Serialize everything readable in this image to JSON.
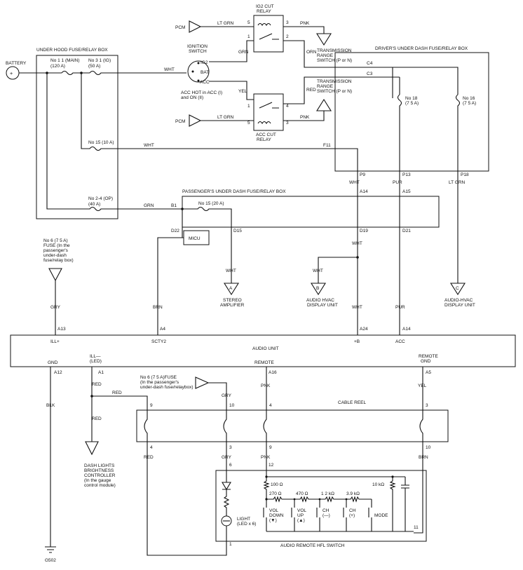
{
  "battery": "BATTERY",
  "boxes": {
    "under_hood": "UNDER HOOD FUSE/RELAY BOX",
    "drivers": "DRIVER'S UNDER DASH FUSE/RELAY BOX",
    "passengers": "PASSENGER'S UNDER DASH FUSE/RELAY BOX",
    "audio_unit": "AUDIO UNIT",
    "cable_reel": "CABLE REEL",
    "hfl_switch": "AUDIO REMOTE HFL SWITCH",
    "micu": "MICU"
  },
  "fuses": {
    "f11": "No 1 1 (MAIN)",
    "f11_a": "(120 A)",
    "f31": "No 3 1 (IG)",
    "f31_a": "(50 A)",
    "f15": "No 15 (10 A)",
    "f24": "No 2-4 (OP)",
    "f24_a": "(40 A)",
    "f18": "No 18",
    "f18_a": "(7 5 A)",
    "f16": "No 16",
    "f16_a": "(7 5 A)",
    "f15p": "No 15 (20 A)",
    "f6_l1": "No 6 (7 5 A)",
    "f6_l2": "FUSE (In the",
    "f6_l3": "passenger's",
    "f6_l4": "under-dash",
    "f6_l5": "fuse/relay box)",
    "f6b_l1": "No 6 (7 5 A)FUSE",
    "f6b_l2": "(In the passenger's",
    "f6b_l3": "under-dash fuse/relaybox)"
  },
  "ignition": {
    "title_1": "IGNITION",
    "title_2": "SWITCH",
    "ig2": "IG2",
    "bat": "BAT",
    "acc": "ACC",
    "note_1": "ACC HOT in ACC (I)",
    "note_2": "and ON (II)"
  },
  "relays": {
    "ig2_1": "IG2 CUT",
    "ig2_2": "RELAY",
    "acc_1": "ACC CUT",
    "acc_2": "RELAY"
  },
  "trs": {
    "t1_1": "TRANSMISSION",
    "t1_2": "RANGE",
    "t1_3": "SWITCH (P or N)",
    "t2_1": "TRANSMISSION",
    "t2_2": "RANGE",
    "t2_3": "SWITCH (P or N)"
  },
  "pcm": "PCM",
  "colors": {
    "wht": "WHT",
    "lt_grn": "LT GRN",
    "pnk": "PNK",
    "grn": "GRN",
    "orn": "ORN",
    "yel": "YEL",
    "red": "RED",
    "pur": "PUR",
    "brn": "BRN",
    "gry": "GRY",
    "blk": "BLK"
  },
  "pins": {
    "c4": "C4",
    "c3": "C3",
    "f11": "F11",
    "p9": "P9",
    "p13": "P13",
    "p18": "P18",
    "a14_top": "A14",
    "a15": "A15",
    "b1": "B1",
    "d22": "D22",
    "d15": "D15",
    "d19": "D19",
    "d21": "D21",
    "a13": "A13",
    "a4": "A4",
    "a24": "A24",
    "a14": "A14",
    "a12": "A12",
    "a1": "A1",
    "a16": "A16",
    "a5": "A5",
    "n1": "1",
    "n2": "2",
    "n3": "3",
    "n4": "4",
    "n5": "5",
    "n6": "6",
    "n9": "9",
    "n10": "10",
    "n11": "11",
    "n12": "12"
  },
  "audio_pins": {
    "ill_plus": "ILL+",
    "sct": "SCTY2",
    "plus_b": "+B",
    "acc": "ACC",
    "gnd": "GND",
    "ill_minus_1": "ILL—",
    "ill_minus_2": "(LED)",
    "remote": "REMOTE",
    "remote_gnd_1": "REMOTE",
    "remote_gnd_2": "GND"
  },
  "connectors": {
    "a": "A",
    "b": "B",
    "c": "C",
    "stereo_1": "STEREO",
    "stereo_2": "AMPLIFIER",
    "ahvac_1": "AUDIO HVAC",
    "ahvac_2": "DISPLAY UNIT",
    "ahvac2_1": "AUDIO-HVAC",
    "ahvac2_2": "DISPLAY UNIT"
  },
  "dash": {
    "l1": "DASH LIGHTS",
    "l2": "BRIGHTNESS",
    "l3": "CONTROLLER",
    "l4": "(In the gauge",
    "l5": "control module)"
  },
  "switch": {
    "r100": "100 Ω",
    "r270": "270 Ω",
    "r470": "470 Ω",
    "r12k": "1 2 kΩ",
    "r39k": "3.9 kΩ",
    "r10k": "10 kΩ",
    "vol_down_1": "VOL",
    "vol_down_2": "DOWN",
    "vol_down_3": "(▼)",
    "vol_up_1": "VOL",
    "vol_up_2": "UP",
    "vol_up_3": "(▲)",
    "ch_minus_1": "CH",
    "ch_minus_2": "(—)",
    "ch_plus_1": "CH",
    "ch_plus_2": "(+)",
    "mode": "MODE",
    "light_1": "LIGHT",
    "light_2": "(LED x 6)"
  },
  "ground": "G502"
}
